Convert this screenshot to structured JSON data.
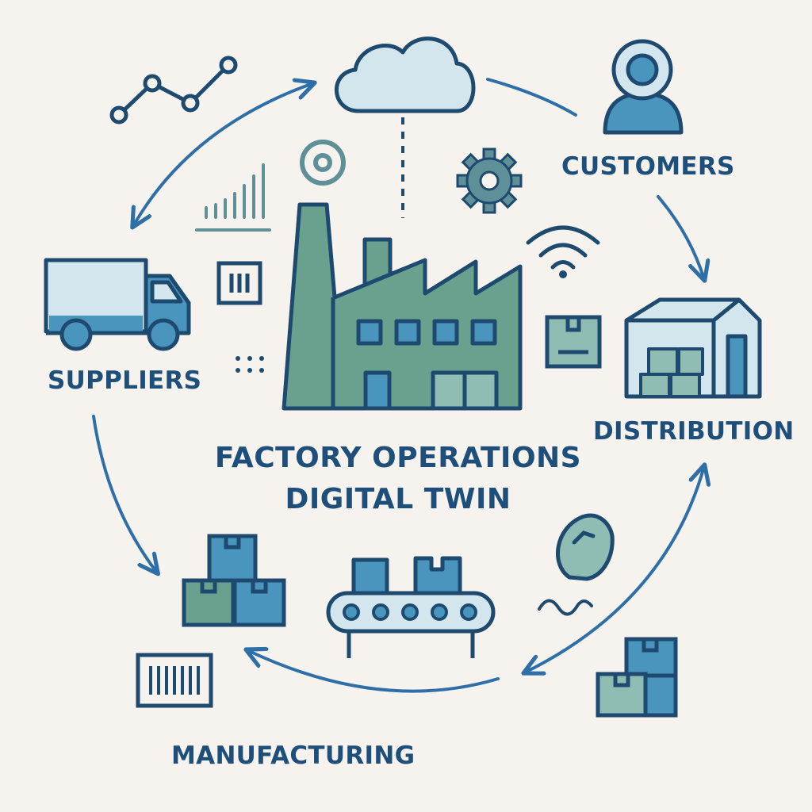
{
  "title": {
    "line1": "FACTORY OPERATIONS",
    "line2": "DIGITAL TWIN"
  },
  "nodes": [
    {
      "id": "suppliers",
      "label": "SUPPLIERS",
      "icon": "delivery-truck-icon"
    },
    {
      "id": "customers",
      "label": "CUSTOMERS",
      "icon": "customer-avatar-icon"
    },
    {
      "id": "distribution",
      "label": "DISTRIBUTION",
      "icon": "warehouse-icon"
    },
    {
      "id": "manufacturing",
      "label": "MANUFACTURING",
      "icon": "stacked-boxes-icon"
    }
  ],
  "center_icon": "factory-icon",
  "decorative_icons": [
    "cloud-icon",
    "line-graph-icon",
    "bar-chart-icon",
    "target-icon",
    "gear-icon",
    "wifi-signal-icon",
    "barcode-icon",
    "package-icon",
    "conveyor-belt-icon",
    "sensor-icon",
    "wave-icon",
    "dots-icon"
  ],
  "colors": {
    "background": "#f6f3ee",
    "outline": "#1d4a6e",
    "text": "#1d4f7a",
    "arrow": "#2e6fa7",
    "factory_green": "#6aa18e",
    "blue_fill": "#4a95bd",
    "light_fill": "#d3e6ee",
    "teal_fill": "#5f8f97"
  }
}
